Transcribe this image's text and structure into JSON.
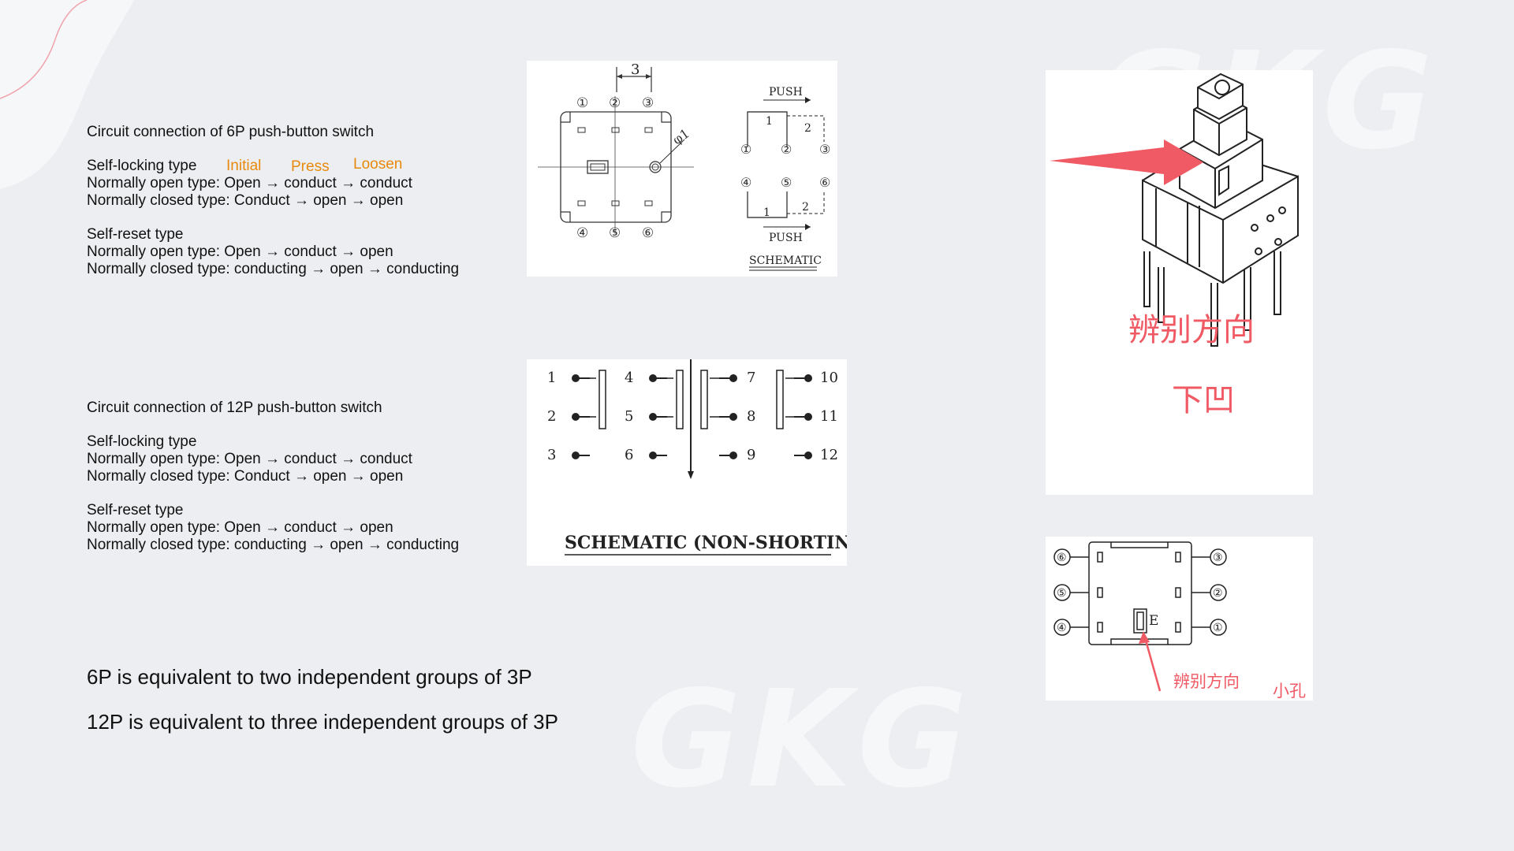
{
  "watermark": "GKG",
  "sec6p": {
    "title": "Circuit connection of 6P push-button switch",
    "self_locking": "Self-locking type",
    "col_initial": "Initial",
    "col_press": "Press",
    "col_loosen": "Loosen",
    "lock_no": "Normally open type: Open → conduct → conduct",
    "lock_nc": "Normally closed type: Conduct → open → open",
    "self_reset": "Self-reset type",
    "reset_no": "Normally open type: Open → conduct → open",
    "reset_nc": "Normally closed type: conducting → open → conducting"
  },
  "sec12p": {
    "title": "Circuit connection of 12P push-button switch",
    "self_locking": "Self-locking type",
    "lock_no": "Normally open type: Open → conduct → conduct",
    "lock_nc": "Normally closed type: Conduct → open → open",
    "self_reset": "Self-reset type",
    "reset_no": "Normally open type: Open → conduct → open",
    "reset_nc": "Normally closed type: conducting → open → conducting"
  },
  "equiv": {
    "line1": "6P is equivalent to two independent groups of 3P",
    "line2": "12P is equivalent to three independent groups of 3P"
  },
  "diag6p": {
    "dim": "3",
    "phi": "φ1",
    "pins_top": [
      "①",
      "②",
      "③"
    ],
    "pins_bottom": [
      "④",
      "⑤",
      "⑥"
    ],
    "push": "PUSH",
    "contact_1": "1",
    "contact_2": "2",
    "schematic": "SCHEMATIC"
  },
  "diag12p": {
    "pins": [
      "1",
      "2",
      "3",
      "4",
      "5",
      "6",
      "7",
      "8",
      "9",
      "10",
      "11",
      "12"
    ],
    "caption": "SCHEMATIC (NON-SHORTING)"
  },
  "photo": {
    "label_main": "辨别方向",
    "label_sub": "下凹"
  },
  "footprint": {
    "pins_left": [
      "⑥",
      "⑤",
      "④"
    ],
    "pins_right": [
      "③",
      "②",
      "①"
    ],
    "mark_e": "E",
    "label_dir": "辨别方向",
    "label_hole": "小孔"
  }
}
